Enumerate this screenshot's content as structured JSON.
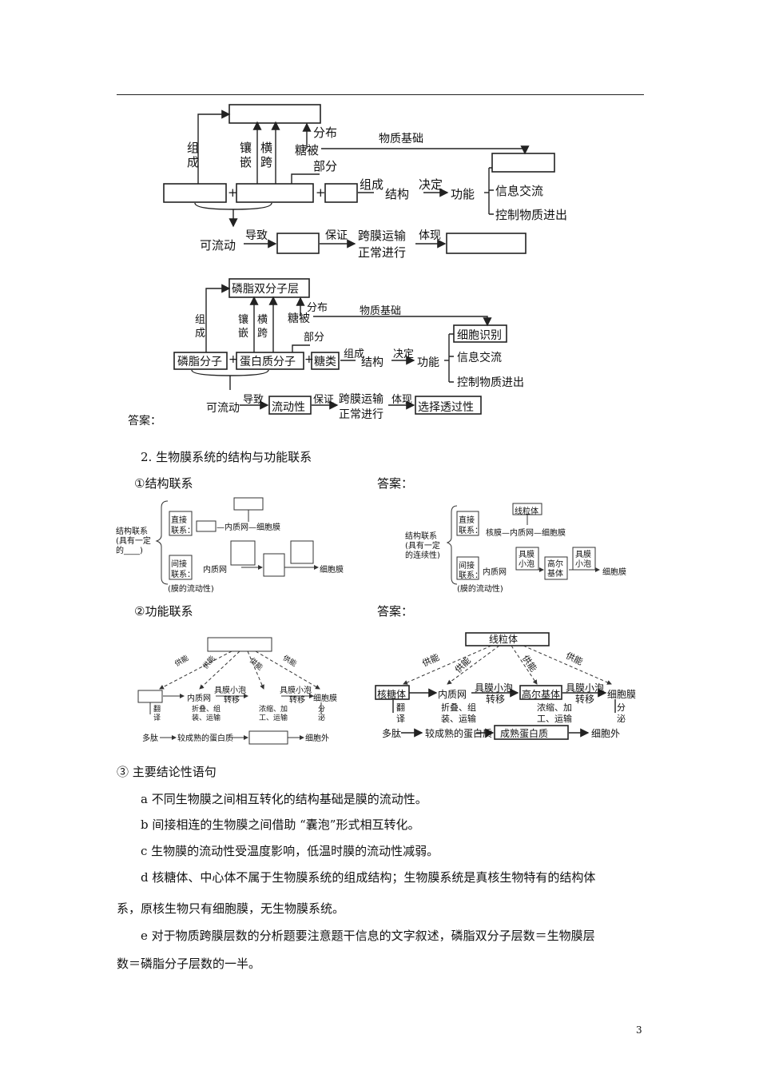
{
  "diagram1": {
    "fenbu": "分布",
    "wuzhi": "物质基础",
    "zucheng": "组成",
    "xiangqian": "镶嵌",
    "hengkua": "横跨",
    "tangbei": "糖被",
    "bufen": "部分",
    "zucheng2": "组成",
    "jiegou": "结构",
    "jueding": "决定",
    "gongneng": "功能",
    "xinxi": "信息交流",
    "kongzhi": "控制物质进出",
    "keliudong": "可流动",
    "daozhi": "导致",
    "baozheng": "保证",
    "kuamo": "跨膜运输",
    "zhengchang": "正常进行",
    "tixian": "体现",
    "plus": "+"
  },
  "diagram2": {
    "linzhi_shuang": "磷脂双分子层",
    "fenbu": "分布",
    "wuzhi": "物质基础",
    "zucheng": "组成",
    "xiangqian": "镶嵌",
    "hengkua": "横跨",
    "tangbei": "糖被",
    "bufen": "部分",
    "linzhi": "磷脂分子",
    "danbai": "蛋白质分子",
    "tanglei": "糖类",
    "zucheng2": "组成",
    "jiegou": "结构",
    "jueding": "决定",
    "gongneng": "功能",
    "xibao_shibie": "细胞识别",
    "xinxi": "信息交流",
    "kongzhi": "控制物质进出",
    "keliudong": "可流动",
    "daozhi": "导致",
    "liudongxing": "流动性",
    "baozheng": "保证",
    "kuamo": "跨膜运输",
    "zhengchang": "正常进行",
    "tixian": "体现",
    "xuanze": "选择透过性",
    "plus": "+"
  },
  "answer_label": "答案：",
  "section2_title": "2.  生物膜系统的结构与功能联系",
  "sub1": "①结构联系",
  "sub1_answer": "答案：",
  "sub2": "②功能联系",
  "sub2_answer": "答案：",
  "struct_q": {
    "title1": "结构联系",
    "title2": "(具有一定",
    "title3": "的____)",
    "zhijie": "直接",
    "lianxi": "联系：",
    "neizhi_xibao": "—内质网—细胞膜",
    "jianjie": "间接",
    "lianxi2": "联系：",
    "neizhiwang": "内质网",
    "xibaomo": "细胞膜",
    "foot": "(膜的流动性)"
  },
  "struct_a": {
    "title1": "结构联系",
    "title2": "(具有一定",
    "title3": "的连续性)",
    "xianliti": "线粒体",
    "zhijie": "直接",
    "lianxi": "联系：",
    "chain": "核膜—内质网—细胞膜",
    "jianjie": "间接",
    "lianxi2": "联系：",
    "neizhiwang": "内质网",
    "jumo1": "具膜",
    "xiaopao1": "小泡",
    "gaoer1": "高尔",
    "gaoer2": "基体",
    "xibaomo": "细胞膜",
    "foot": "(膜的流动性)"
  },
  "func_q": {
    "gongneng": "供能",
    "neizhiwang": "内质网",
    "jumo": "具膜小泡",
    "zhuanyi": "转移",
    "xibaomo": "细胞膜",
    "fan": "翻",
    "yi": "译",
    "zhedie": "折叠、组",
    "zhuang": "装、运输",
    "nongsuo": "浓缩、加",
    "gong": "工、运输",
    "fen": "分",
    "mi": "泌",
    "duotai": "多肽",
    "jiao": "较成熟的蛋白质",
    "xibaowai": "细胞外"
  },
  "func_a": {
    "xianliti": "线粒体",
    "gongneng": "供能",
    "hetangti": "核糖体",
    "neizhiwang": "内质网",
    "jumo": "具膜小泡",
    "zhuanyi": "转移",
    "gaoer": "高尔基体",
    "xibaomo": "细胞膜",
    "fan": "翻",
    "yi": "译",
    "zhedie": "折叠、组",
    "zhuang": "装、运输",
    "nongsuo": "浓缩、加",
    "gong": "工、运输",
    "fen": "分",
    "mi": "泌",
    "duotai": "多肽",
    "jiao": "较成熟的蛋白质",
    "chengshu": "成熟蛋白质",
    "xibaowai": "细胞外"
  },
  "section3_title": "③ 主要结论性语句",
  "para_a": "a 不同生物膜之间相互转化的结构基础是膜的流动性。",
  "para_b": "b 间接相连的生物膜之间借助 “囊泡”形式相互转化。",
  "para_c": "c 生物膜的流动性受温度影响，低温时膜的流动性减弱。",
  "para_d1": "d 核糖体、中心体不属于生物膜系统的组成结构；生物膜系统是真核生物特有的结构体",
  "para_d2": "系，原核生物只有细胞膜，无生物膜系统。",
  "para_e1": "e 对于物质跨膜层数的分析题要注意题干信息的文字叙述，磷脂双分子层数＝生物膜层",
  "para_e2": "数＝磷脂分子层数的一半。",
  "page_number": "3"
}
